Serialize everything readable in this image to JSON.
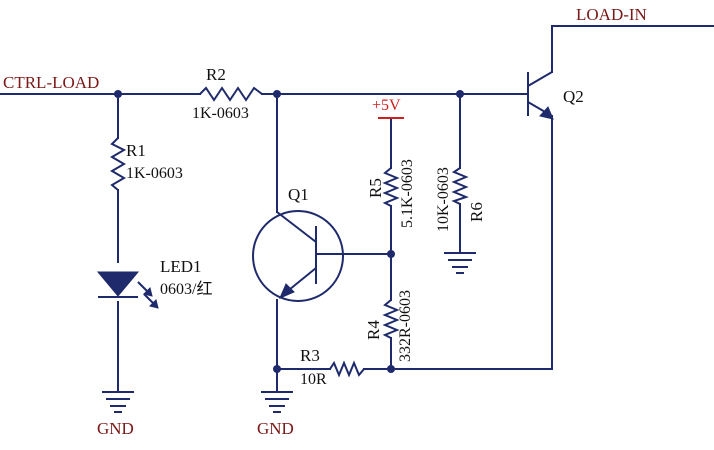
{
  "nets": {
    "ctrl_load": "CTRL-LOAD",
    "load_in": "LOAD-IN",
    "vcc": "+5V",
    "gnd_left": "GND",
    "gnd_mid": "GND"
  },
  "components": {
    "r1": {
      "ref": "R1",
      "value": "1K-0603"
    },
    "r2": {
      "ref": "R2",
      "value": "1K-0603"
    },
    "r3": {
      "ref": "R3",
      "value": "10R"
    },
    "r4": {
      "ref": "R4",
      "value": "332R-0603"
    },
    "r5": {
      "ref": "R5",
      "value": "5.1K-0603"
    },
    "r6": {
      "ref": "R6",
      "value": "10K-0603"
    },
    "led1": {
      "ref": "LED1",
      "value": "0603/红"
    },
    "q1": {
      "ref": "Q1"
    },
    "q2": {
      "ref": "Q2"
    }
  },
  "colors": {
    "wire": "#1e2a6b",
    "power": "#d11f1f",
    "net_label": "#7a1717"
  }
}
